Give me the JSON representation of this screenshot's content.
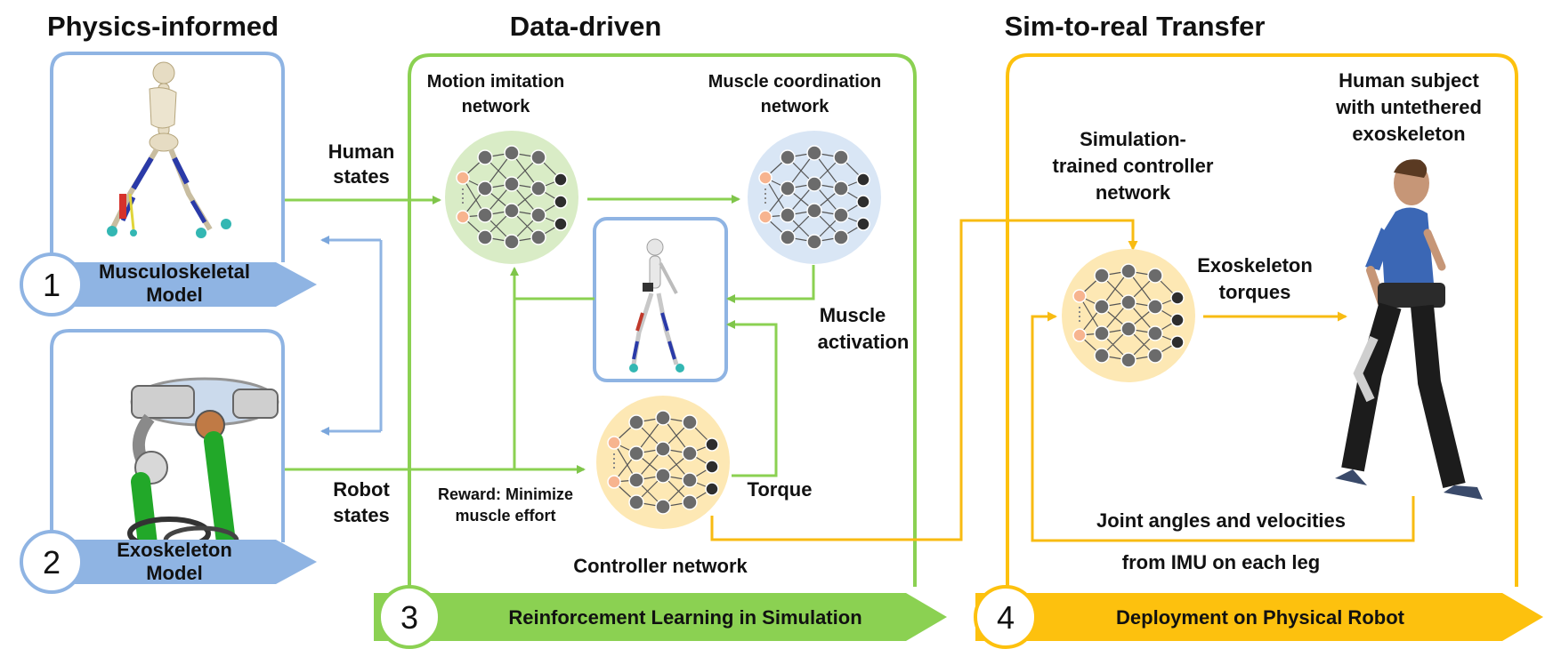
{
  "columns": {
    "physics": "Physics-informed",
    "data": "Data-driven",
    "transfer": "Sim-to-real Transfer"
  },
  "panels": {
    "p1": {
      "number": "1",
      "line1": "Musculoskeletal",
      "line2": "Model"
    },
    "p2": {
      "number": "2",
      "line1": "Exoskeleton",
      "line2": "Model"
    },
    "p3": {
      "number": "3",
      "title": "Reinforcement Learning in Simulation"
    },
    "p4": {
      "number": "4",
      "title": "Deployment on Physical Robot"
    }
  },
  "labels": {
    "human_states_1": "Human",
    "human_states_2": "states",
    "robot_states_1": "Robot",
    "robot_states_2": "states",
    "motion_net_1": "Motion imitation",
    "motion_net_2": "network",
    "muscle_net_1": "Muscle coordination",
    "muscle_net_2": "network",
    "muscle_act_1": "Muscle",
    "muscle_act_2": "activation",
    "torque": "Torque",
    "reward_1": "Reward: Minimize",
    "reward_2": "muscle effort",
    "controller": "Controller network",
    "sim_ctrl_1": "Simulation-",
    "sim_ctrl_2": "trained controller",
    "sim_ctrl_3": "network",
    "subject_1": "Human subject",
    "subject_2": "with untethered",
    "subject_3": "exoskeleton",
    "exo_torques_1": "Exoskeleton",
    "exo_torques_2": "torques",
    "joint_1": "Joint angles and velocities",
    "joint_2": "from IMU on each leg"
  },
  "colors": {
    "blue": "#8fb4e3",
    "blue_line": "#7aa6dc",
    "green": "#8bd152",
    "green_line": "#7fc54a",
    "gold": "#fdc10e",
    "gold_line": "#f8bb12",
    "net_green": "#d9ecc6",
    "net_blue": "#d9e6f5",
    "net_yellow": "#fde8b4"
  }
}
